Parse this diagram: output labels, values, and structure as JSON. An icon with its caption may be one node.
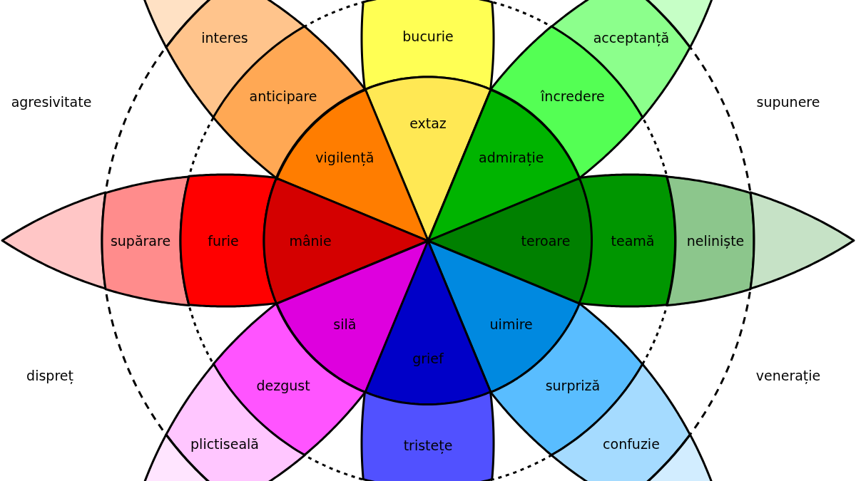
{
  "diagram": {
    "nodes": [
      {
        "text": [],
        "shape": "petal"
      },
      {
        "text": [
          "interes"
        ]
      },
      {
        "text": [
          "bucurie"
        ]
      },
      {
        "text": [
          "acceptanță"
        ]
      },
      {
        "text": [],
        "shape": "petal"
      },
      {
        "text": [
          "anticipare"
        ]
      },
      {
        "text": [
          "încredere"
        ]
      },
      {
        "text": [
          "extaz"
        ]
      },
      {
        "text": [
          "vigilență"
        ]
      },
      {
        "text": [
          "admirație"
        ]
      },
      {
        "text": [],
        "shape": "petal"
      },
      {
        "text": [
          "supărare"
        ]
      },
      {
        "text": [
          "furie"
        ]
      },
      {
        "text": [
          "mânie"
        ]
      },
      {
        "text": [
          "teroare"
        ]
      },
      {
        "text": [
          "teamă"
        ]
      },
      {
        "text": [
          "neliniște"
        ]
      },
      {
        "text": [],
        "shape": "petal"
      },
      {
        "text": [
          "silă"
        ]
      },
      {
        "text": [
          "uimire"
        ]
      },
      {
        "text": [
          "dezgust"
        ]
      },
      {
        "text": [
          "grief"
        ]
      },
      {
        "text": [
          "surpriză"
        ]
      },
      {
        "text": [
          "plictiseală"
        ]
      },
      {
        "text": [
          "tristețe"
        ]
      },
      {
        "text": [
          "confuzie"
        ]
      },
      {
        "text": [],
        "shape": "petal"
      },
      {
        "text": [],
        "shape": "petal"
      }
    ],
    "labels": [
      "agresivitate",
      "supunere",
      "dispreț",
      "venerație"
    ]
  }
}
